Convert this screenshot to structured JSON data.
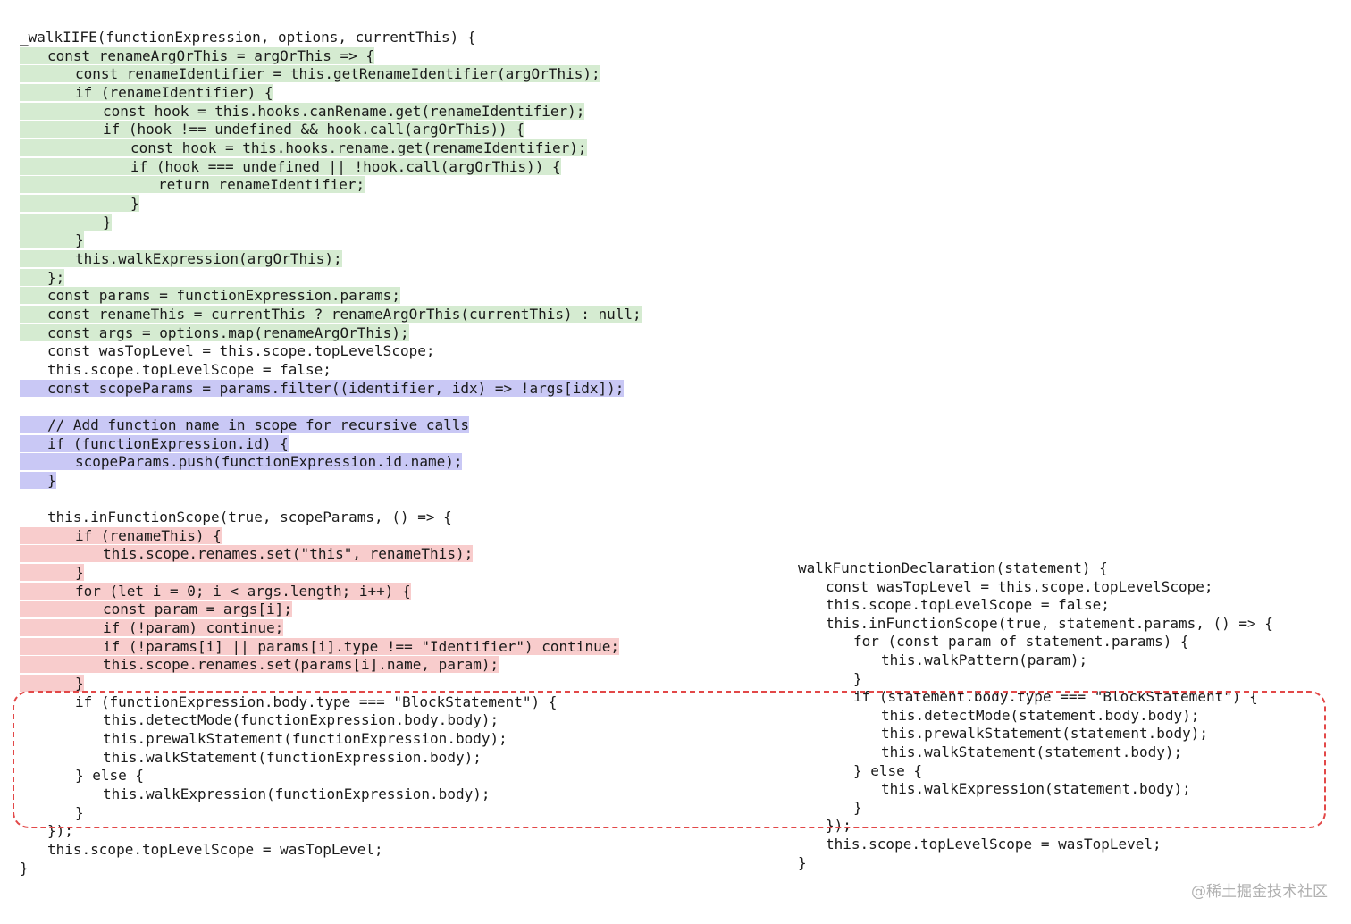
{
  "left_code": [
    {
      "i": 0,
      "text": "_walkIIFE(functionExpression, options, currentThis) {",
      "hl": ""
    },
    {
      "i": 1,
      "text": "const renameArgOrThis = argOrThis => {",
      "hl": "green"
    },
    {
      "i": 2,
      "text": "const renameIdentifier = this.getRenameIdentifier(argOrThis);",
      "hl": "green"
    },
    {
      "i": 2,
      "text": "if (renameIdentifier) {",
      "hl": "green"
    },
    {
      "i": 3,
      "text": "const hook = this.hooks.canRename.get(renameIdentifier);",
      "hl": "green"
    },
    {
      "i": 3,
      "text": "if (hook !== undefined && hook.call(argOrThis)) {",
      "hl": "green"
    },
    {
      "i": 4,
      "text": "const hook = this.hooks.rename.get(renameIdentifier);",
      "hl": "green"
    },
    {
      "i": 4,
      "text": "if (hook === undefined || !hook.call(argOrThis)) {",
      "hl": "green"
    },
    {
      "i": 5,
      "text": "return renameIdentifier;",
      "hl": "green"
    },
    {
      "i": 4,
      "text": "}",
      "hl": "green"
    },
    {
      "i": 3,
      "text": "}",
      "hl": "green"
    },
    {
      "i": 2,
      "text": "}",
      "hl": "green"
    },
    {
      "i": 2,
      "text": "this.walkExpression(argOrThis);",
      "hl": "green"
    },
    {
      "i": 1,
      "text": "};",
      "hl": "green"
    },
    {
      "i": 1,
      "text": "const params = functionExpression.params;",
      "hl": "green"
    },
    {
      "i": 1,
      "text": "const renameThis = currentThis ? renameArgOrThis(currentThis) : null;",
      "hl": "green"
    },
    {
      "i": 1,
      "text": "const args = options.map(renameArgOrThis);",
      "hl": "green"
    },
    {
      "i": 1,
      "text": "const wasTopLevel = this.scope.topLevelScope;",
      "hl": ""
    },
    {
      "i": 1,
      "text": "this.scope.topLevelScope = false;",
      "hl": ""
    },
    {
      "i": 1,
      "text": "const scopeParams = params.filter((identifier, idx) => !args[idx]);",
      "hl": "blue"
    },
    {
      "i": 0,
      "text": "",
      "hl": ""
    },
    {
      "i": 1,
      "text": "// Add function name in scope for recursive calls",
      "hl": "blue"
    },
    {
      "i": 1,
      "text": "if (functionExpression.id) {",
      "hl": "blue"
    },
    {
      "i": 2,
      "text": "scopeParams.push(functionExpression.id.name);",
      "hl": "blue"
    },
    {
      "i": 1,
      "text": "}",
      "hl": "blue"
    },
    {
      "i": 0,
      "text": "",
      "hl": ""
    },
    {
      "i": 1,
      "text": "this.inFunctionScope(true, scopeParams, () => {",
      "hl": ""
    },
    {
      "i": 2,
      "text": "if (renameThis) {",
      "hl": "red"
    },
    {
      "i": 3,
      "text": "this.scope.renames.set(\"this\", renameThis);",
      "hl": "red"
    },
    {
      "i": 2,
      "text": "}",
      "hl": "red"
    },
    {
      "i": 2,
      "text": "for (let i = 0; i < args.length; i++) {",
      "hl": "red"
    },
    {
      "i": 3,
      "text": "const param = args[i];",
      "hl": "red"
    },
    {
      "i": 3,
      "text": "if (!param) continue;",
      "hl": "red"
    },
    {
      "i": 3,
      "text": "if (!params[i] || params[i].type !== \"Identifier\") continue;",
      "hl": "red"
    },
    {
      "i": 3,
      "text": "this.scope.renames.set(params[i].name, param);",
      "hl": "red"
    },
    {
      "i": 2,
      "text": "}",
      "hl": "red"
    },
    {
      "i": 2,
      "text": "if (functionExpression.body.type === \"BlockStatement\") {",
      "hl": ""
    },
    {
      "i": 3,
      "text": "this.detectMode(functionExpression.body.body);",
      "hl": ""
    },
    {
      "i": 3,
      "text": "this.prewalkStatement(functionExpression.body);",
      "hl": ""
    },
    {
      "i": 3,
      "text": "this.walkStatement(functionExpression.body);",
      "hl": ""
    },
    {
      "i": 2,
      "text": "} else {",
      "hl": ""
    },
    {
      "i": 3,
      "text": "this.walkExpression(functionExpression.body);",
      "hl": ""
    },
    {
      "i": 2,
      "text": "}",
      "hl": ""
    },
    {
      "i": 1,
      "text": "});",
      "hl": ""
    },
    {
      "i": 1,
      "text": "this.scope.topLevelScope = wasTopLevel;",
      "hl": ""
    },
    {
      "i": 0,
      "text": "}",
      "hl": ""
    }
  ],
  "right_code": [
    {
      "i": 0,
      "text": "walkFunctionDeclaration(statement) {"
    },
    {
      "i": 1,
      "text": "const wasTopLevel = this.scope.topLevelScope;"
    },
    {
      "i": 1,
      "text": "this.scope.topLevelScope = false;"
    },
    {
      "i": 1,
      "text": "this.inFunctionScope(true, statement.params, () => {"
    },
    {
      "i": 2,
      "text": "for (const param of statement.params) {"
    },
    {
      "i": 3,
      "text": "this.walkPattern(param);"
    },
    {
      "i": 2,
      "text": "}"
    },
    {
      "i": 2,
      "text": "if (statement.body.type === \"BlockStatement\") {"
    },
    {
      "i": 3,
      "text": "this.detectMode(statement.body.body);"
    },
    {
      "i": 3,
      "text": "this.prewalkStatement(statement.body);"
    },
    {
      "i": 3,
      "text": "this.walkStatement(statement.body);"
    },
    {
      "i": 2,
      "text": "} else {"
    },
    {
      "i": 3,
      "text": "this.walkExpression(statement.body);"
    },
    {
      "i": 2,
      "text": "}"
    },
    {
      "i": 1,
      "text": "});"
    },
    {
      "i": 1,
      "text": "this.scope.topLevelScope = wasTopLevel;"
    },
    {
      "i": 0,
      "text": "}"
    }
  ],
  "colors": {
    "green": "#d5ebd1",
    "blue": "#c9c8f5",
    "red": "#f8cccc",
    "dashed_border": "#e24848"
  },
  "watermark": "@稀土掘金技术社区"
}
